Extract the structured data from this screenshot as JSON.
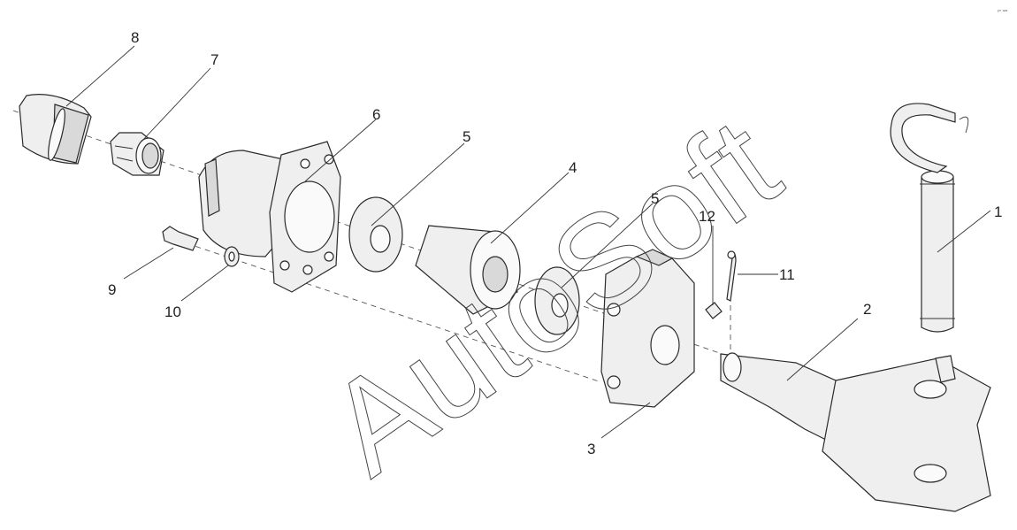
{
  "diagram": {
    "watermark": "AutoSoft",
    "corner_mark": "ıᵐ ᵃᵃᵃ",
    "callouts": [
      {
        "id": "1",
        "label": "1"
      },
      {
        "id": "2",
        "label": "2"
      },
      {
        "id": "3",
        "label": "3"
      },
      {
        "id": "4",
        "label": "4"
      },
      {
        "id": "5a",
        "label": "5"
      },
      {
        "id": "5b",
        "label": "5"
      },
      {
        "id": "6",
        "label": "6"
      },
      {
        "id": "7",
        "label": "7"
      },
      {
        "id": "8",
        "label": "8"
      },
      {
        "id": "9",
        "label": "9"
      },
      {
        "id": "10",
        "label": "10"
      },
      {
        "id": "11",
        "label": "11"
      },
      {
        "id": "12",
        "label": "12"
      }
    ]
  }
}
